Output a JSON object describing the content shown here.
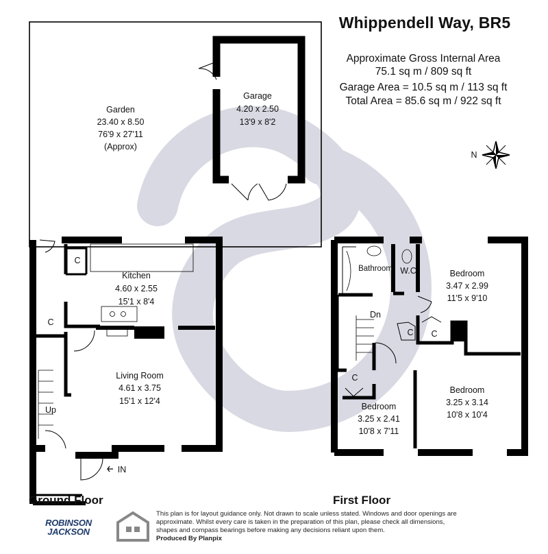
{
  "header": {
    "title": "Whippendell Way, BR5",
    "area_lines": [
      "Approximate Gross Internal Area",
      "75.1 sq m / 809 sq ft",
      "Garage Area = 10.5 sq m / 113 sq ft",
      "Total Area =  85.6 sq m / 922 sq ft"
    ]
  },
  "compass": {
    "label": "N"
  },
  "rooms": {
    "garden": {
      "name": "Garden",
      "metric": "23.40 x 8.50",
      "imperial": "76'9 x 27'11",
      "note": "(Approx)"
    },
    "garage": {
      "name": "Garage",
      "metric": "4.20 x 2.50",
      "imperial": "13'9 x 8'2"
    },
    "kitchen": {
      "name": "Kitchen",
      "metric": "4.60 x 2.55",
      "imperial": "15'1 x 8'4"
    },
    "living": {
      "name": "Living Room",
      "metric": "4.61 x 3.75",
      "imperial": "15'1 x 12'4"
    },
    "bathroom": {
      "name": "Bathroom"
    },
    "wc": {
      "name": "W.C"
    },
    "bedroom1": {
      "name": "Bedroom",
      "metric": "3.47 x 2.99",
      "imperial": "11'5 x 9'10"
    },
    "bedroom2": {
      "name": "Bedroom",
      "metric": "3.25 x 3.14",
      "imperial": "10'8 x 10'4"
    },
    "bedroom3": {
      "name": "Bedroom",
      "metric": "3.25 x 2.41",
      "imperial": "10'8 x 7'11"
    }
  },
  "markers": {
    "cupboard": "C",
    "up": "Up",
    "down": "Dn",
    "entrance": "IN"
  },
  "floors": {
    "ground": "Ground Floor",
    "first": "First Floor"
  },
  "footer": {
    "disclaimer": "This plan is for layout guidance only. Not drawn to scale unless stated. Windows and door openings are approximate. Whilst every care is taken in the preparation of this plan, please check all dimensions, shapes and compass bearings before making any decisions reliant upon them.",
    "produced_by": "Produced By Planpix",
    "brand_line1": "ROBINSON",
    "brand_line2": "JACKSON"
  },
  "colors": {
    "wall": "#000000",
    "watermark": "#d9d9e3",
    "brand": "#1f3a6b"
  }
}
